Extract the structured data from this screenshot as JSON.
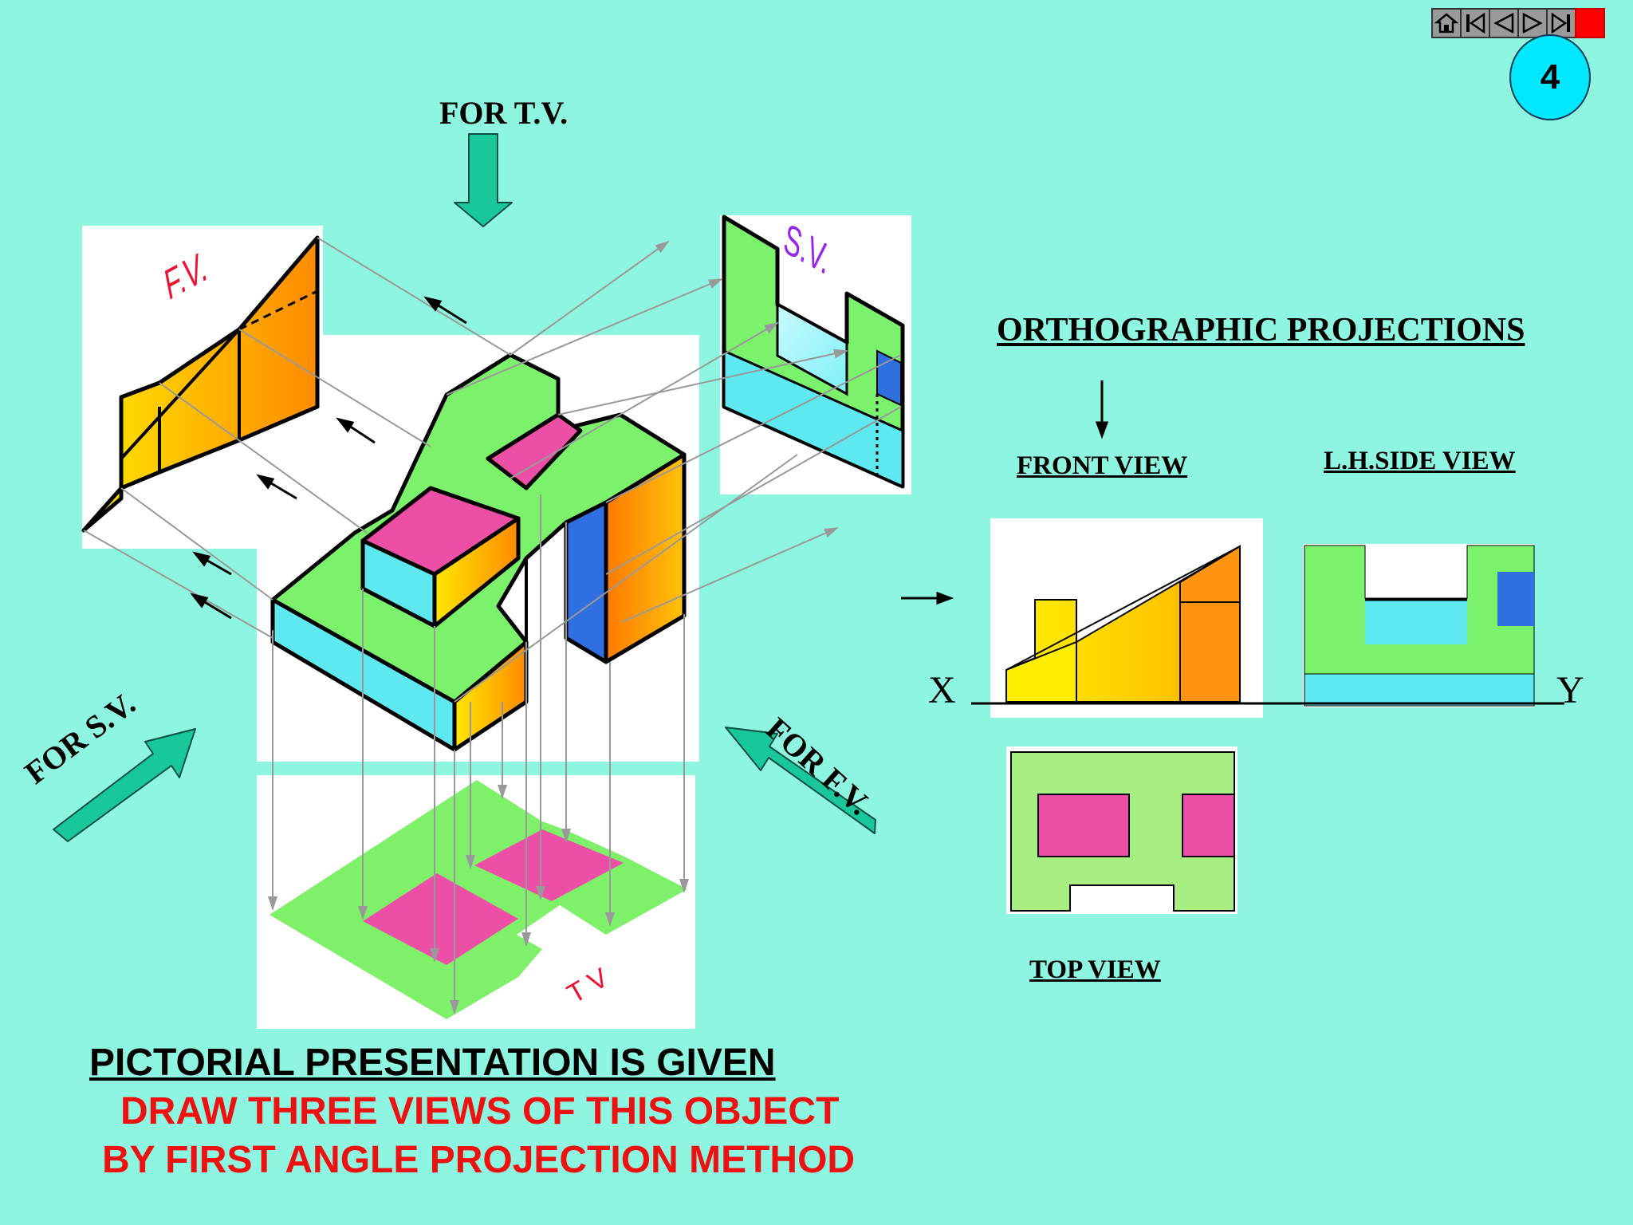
{
  "slide": {
    "page_number": "4",
    "title": "ORTHOGRAPHIC PROJECTIONS",
    "labels": {
      "for_tv": "FOR T.V.",
      "for_sv": "FOR S.V.",
      "for_fv": "FOR F.V.",
      "fv_tag": "F.V.",
      "sv_tag": "S.V.",
      "tv_tag": "T V",
      "front_view": "FRONT VIEW",
      "side_view": "L.H.SIDE VIEW",
      "top_view": "TOP VIEW",
      "x_axis": "X",
      "y_axis": "Y"
    },
    "instructions": {
      "line1": "PICTORIAL PRESENTATION IS GIVEN",
      "line2": "DRAW THREE VIEWS OF THIS OBJECT",
      "line3": "BY FIRST ANGLE PROJECTION METHOD"
    }
  },
  "nav": {
    "buttons": [
      "home-icon",
      "first-slide-icon",
      "previous-slide-icon",
      "next-slide-icon",
      "last-slide-icon",
      "stop-icon"
    ]
  },
  "colors": {
    "background": "#8ef6e0",
    "green_face": "#7cf26c",
    "magenta_face": "#ee4fa6",
    "cyan_face": "#5ee8ef",
    "yellow_face": "#ffe600",
    "orange_face": "#ff9a10",
    "blue_face": "#2f6fe0",
    "instruction_red": "#ee1111",
    "arrow_teal": "#18c79a"
  }
}
